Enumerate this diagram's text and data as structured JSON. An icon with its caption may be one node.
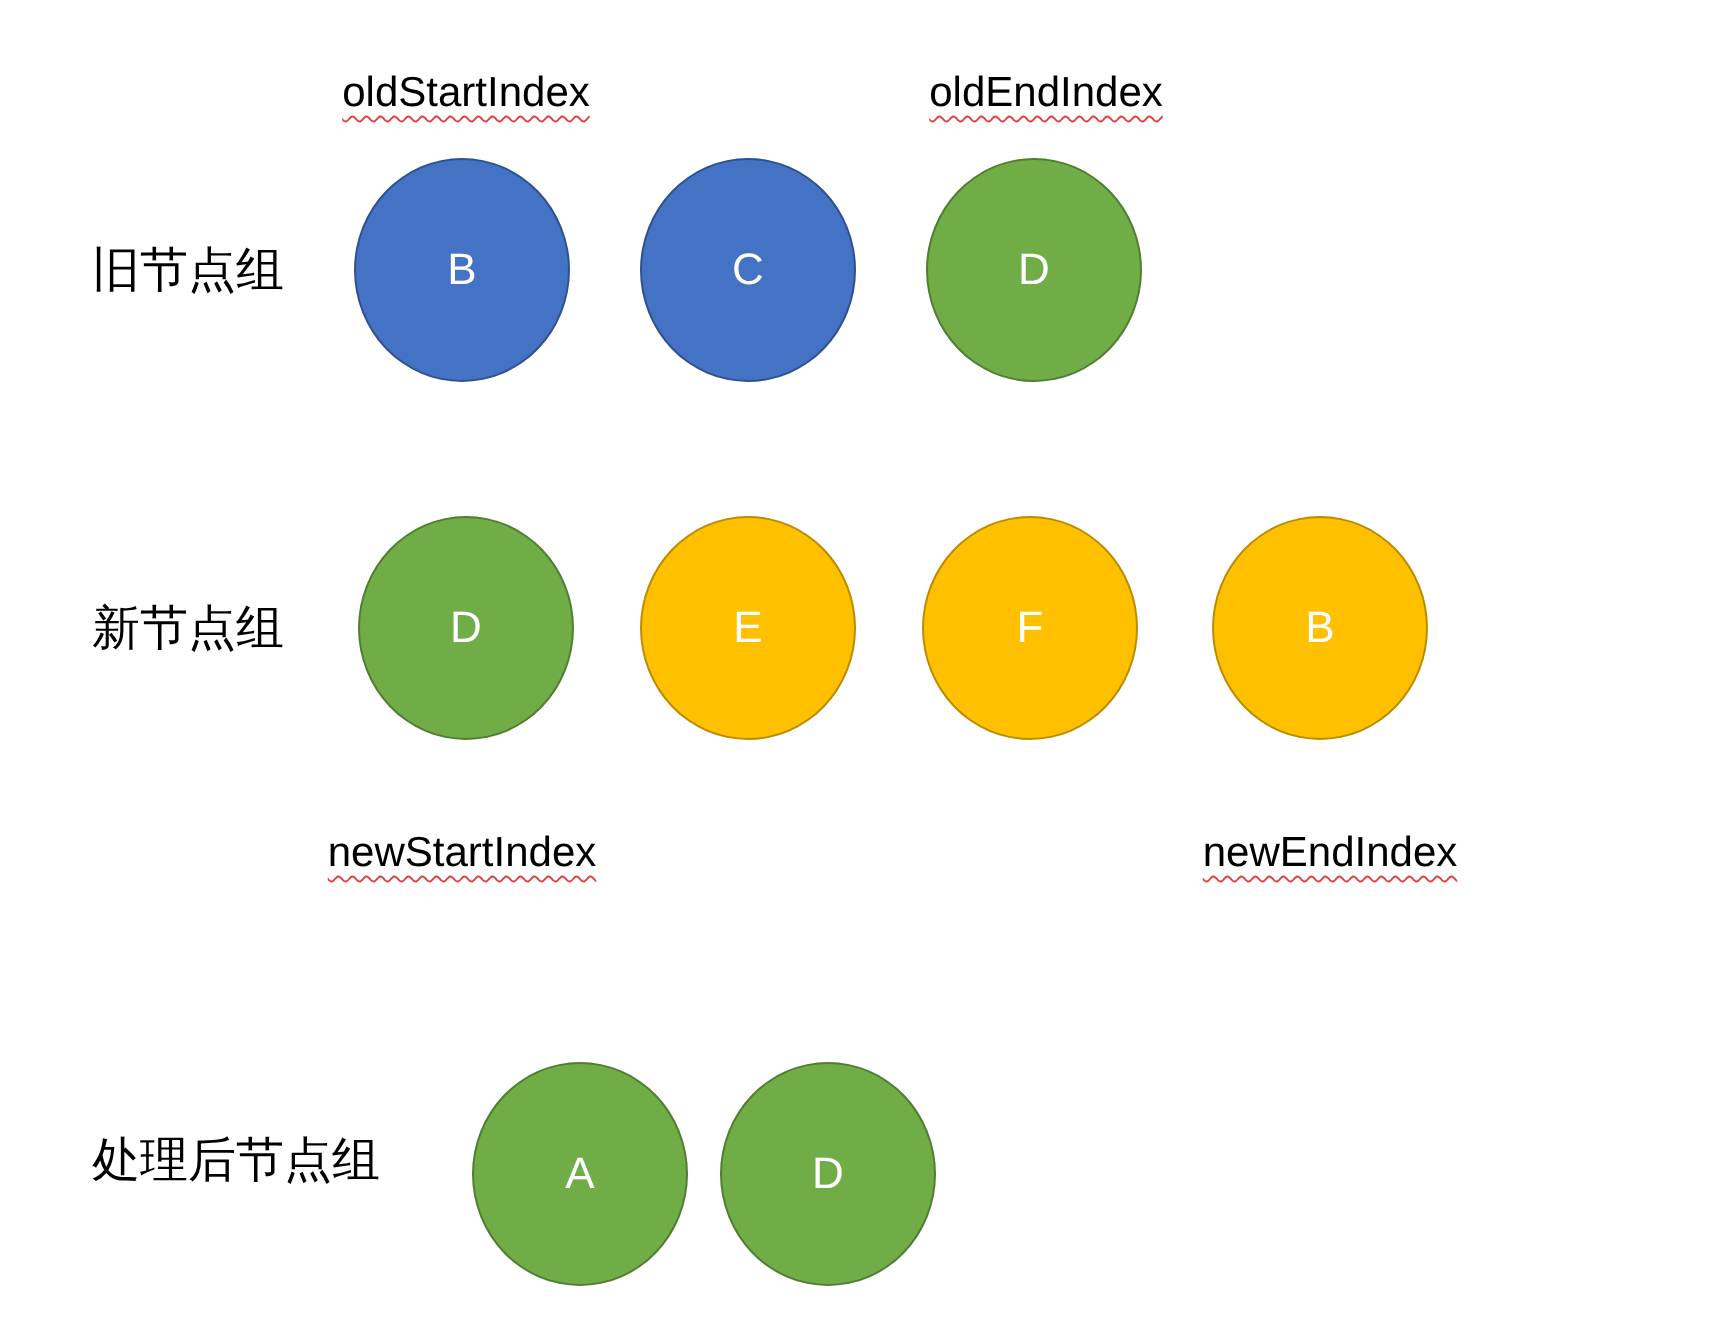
{
  "diagram": {
    "nodes": [
      {
        "text": [
          "B"
        ]
      },
      {
        "text": [
          "C"
        ]
      },
      {
        "text": [
          "D"
        ]
      },
      {
        "text": [
          "D"
        ]
      },
      {
        "text": [
          "E"
        ]
      },
      {
        "text": [
          "F"
        ]
      },
      {
        "text": [
          "B"
        ]
      },
      {
        "text": [
          "A"
        ]
      },
      {
        "text": [
          "D"
        ]
      }
    ],
    "labels": [
      "oldStartIndex",
      "oldEndIndex",
      "旧节点组",
      "新节点组",
      "newStartIndex",
      "newEndIndex",
      "处理后节点组"
    ]
  }
}
